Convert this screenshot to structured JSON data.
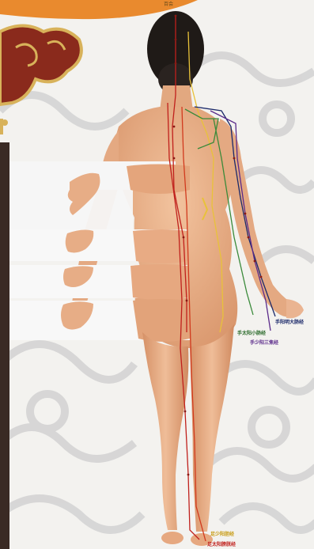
{
  "image": {
    "subject": "back view of female body with meridian lines",
    "colors": {
      "background": "#f3f2ef",
      "cloud_pattern": "#d9d9d9",
      "ornament_red": "#8a2a1c",
      "ornament_gold": "#d8b25a",
      "skin": "#e9b28c",
      "skin_shadow": "#c98b63",
      "hair": "#1f1a17",
      "meridian_red": "#c0201c",
      "meridian_green": "#3a8a3a",
      "meridian_navy": "#1c2a6a",
      "meridian_purple": "#5a2a8a",
      "meridian_yellow": "#e8c23a"
    }
  },
  "labels": {
    "head_top": "百会",
    "small_intestine": "手太阳小肠经",
    "triple_burner": "手少阳三焦经",
    "large_intestine": "手阳明大肠经",
    "foot_1": "足少阳胆经",
    "foot_2": "足太阳膀胱经"
  }
}
